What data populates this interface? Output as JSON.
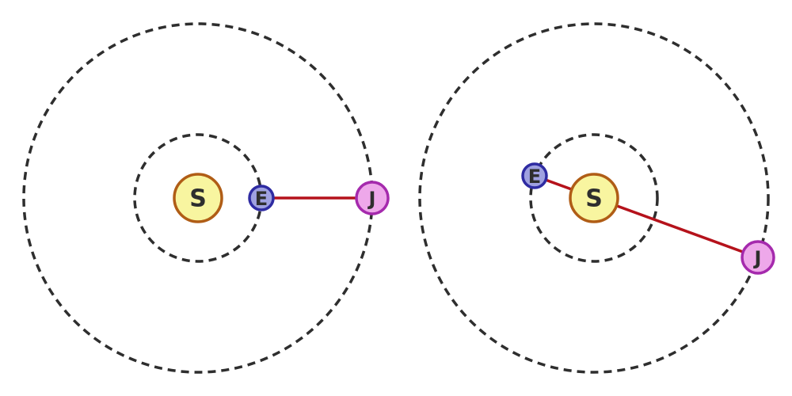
{
  "diagram": {
    "colors": {
      "orbit": "#2e2e2e",
      "line": "#b5121b",
      "sun_fill": "#f8f5a0",
      "sun_stroke": "#b05d16",
      "earth_fill": "#9fa1e0",
      "earth_stroke": "#2e2ba2",
      "jupiter_fill": "#eea8ea",
      "jupiter_stroke": "#a52aad"
    },
    "panels": [
      {
        "sun_label": "S",
        "earth_label": "E",
        "jupiter_label": "J"
      },
      {
        "sun_label": "S",
        "earth_label": "E",
        "jupiter_label": "J"
      }
    ]
  }
}
